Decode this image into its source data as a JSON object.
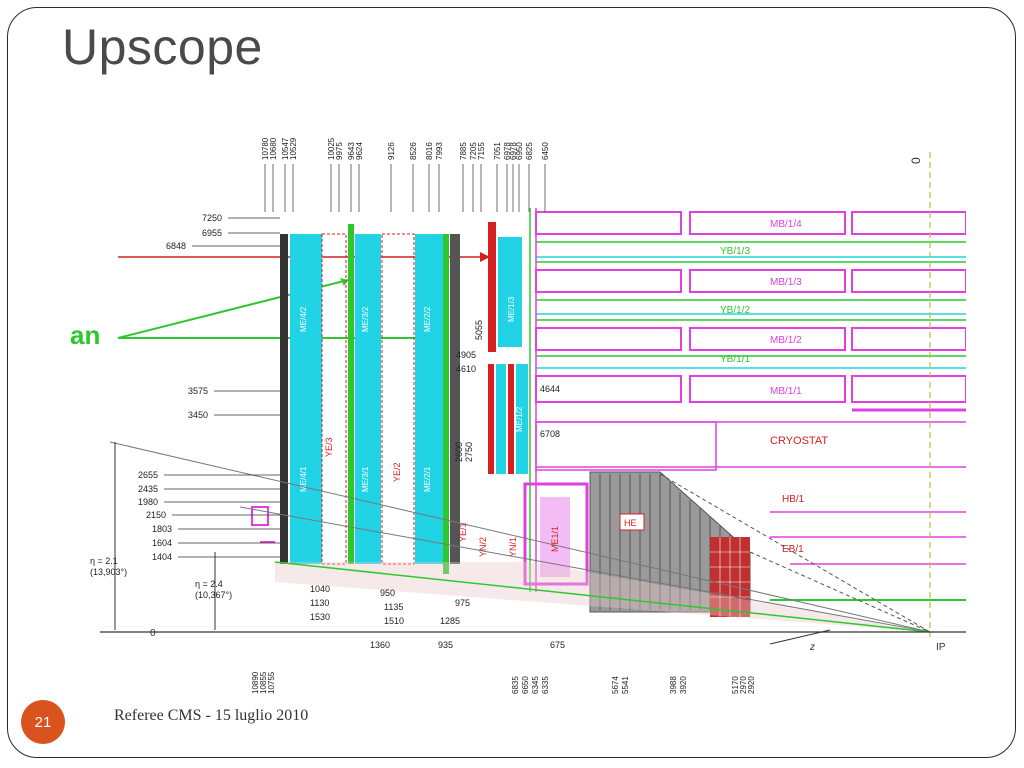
{
  "slide": {
    "title": "Upscope",
    "page_number": "21",
    "footer": "Referee CMS - 15 luglio 2010"
  },
  "diagram": {
    "top_dims": [
      "10780",
      "10680",
      "10547",
      "10529",
      "10025",
      "9975",
      "9643",
      "9624",
      "9126",
      "8526",
      "8016",
      "7993",
      "7885",
      "7205",
      "7155",
      "7051",
      "6978",
      "6978",
      "6950",
      "6825",
      "6450"
    ],
    "left_dims": [
      "7250",
      "6955",
      "6848",
      "3575",
      "3450",
      "2655",
      "2435",
      "1980",
      "2150",
      "1803",
      "1604",
      "1404"
    ],
    "mid_dims": [
      "5055",
      "4905",
      "4610",
      "4644",
      "2600",
      "2750",
      "6708"
    ],
    "bottom_dims": [
      "1040",
      "1130",
      "1530",
      "950",
      "1135",
      "1510",
      "1360",
      "975",
      "1285",
      "935",
      "675"
    ],
    "bottom_vertical": [
      "10890",
      "10855",
      "10755",
      "6835",
      "6650",
      "6345",
      "6335",
      "5674",
      "5541",
      "3988",
      "3920",
      "5170",
      "2970",
      "2920"
    ],
    "eta_labels": [
      "η = 2.1\n(13,903°)",
      "η = 2.4\n(10,367°)"
    ],
    "side_label": "an",
    "zero_labels": [
      "0",
      "0"
    ],
    "ip_label": "IP",
    "z_label": "z",
    "barrel": [
      "MB/1/4",
      "YB/1/3",
      "MB/1/3",
      "YB/1/2",
      "MB/1/2",
      "YB/1/1",
      "MB/1/1"
    ],
    "cryostat": "CRYOSTAT",
    "hb": "HB/1",
    "eb": "EB/1",
    "he": "HE",
    "me11": "ME1/1",
    "ye_labels": [
      "YE/3",
      "YE/2",
      "YE/1",
      "YN/2",
      "YN/1"
    ],
    "chamber_labels": [
      "ME/4/2",
      "ME/3/2",
      "ME/2/2",
      "ME/4/1",
      "ME/3/1",
      "ME/2/1",
      "ME/1/2",
      "ME/1/3"
    ],
    "colors": {
      "cyan": "#22d3e6",
      "magenta": "#e040e0",
      "red": "#d42020",
      "green": "#2ec82e",
      "gray": "#777777",
      "accent": "#d9531e"
    }
  }
}
